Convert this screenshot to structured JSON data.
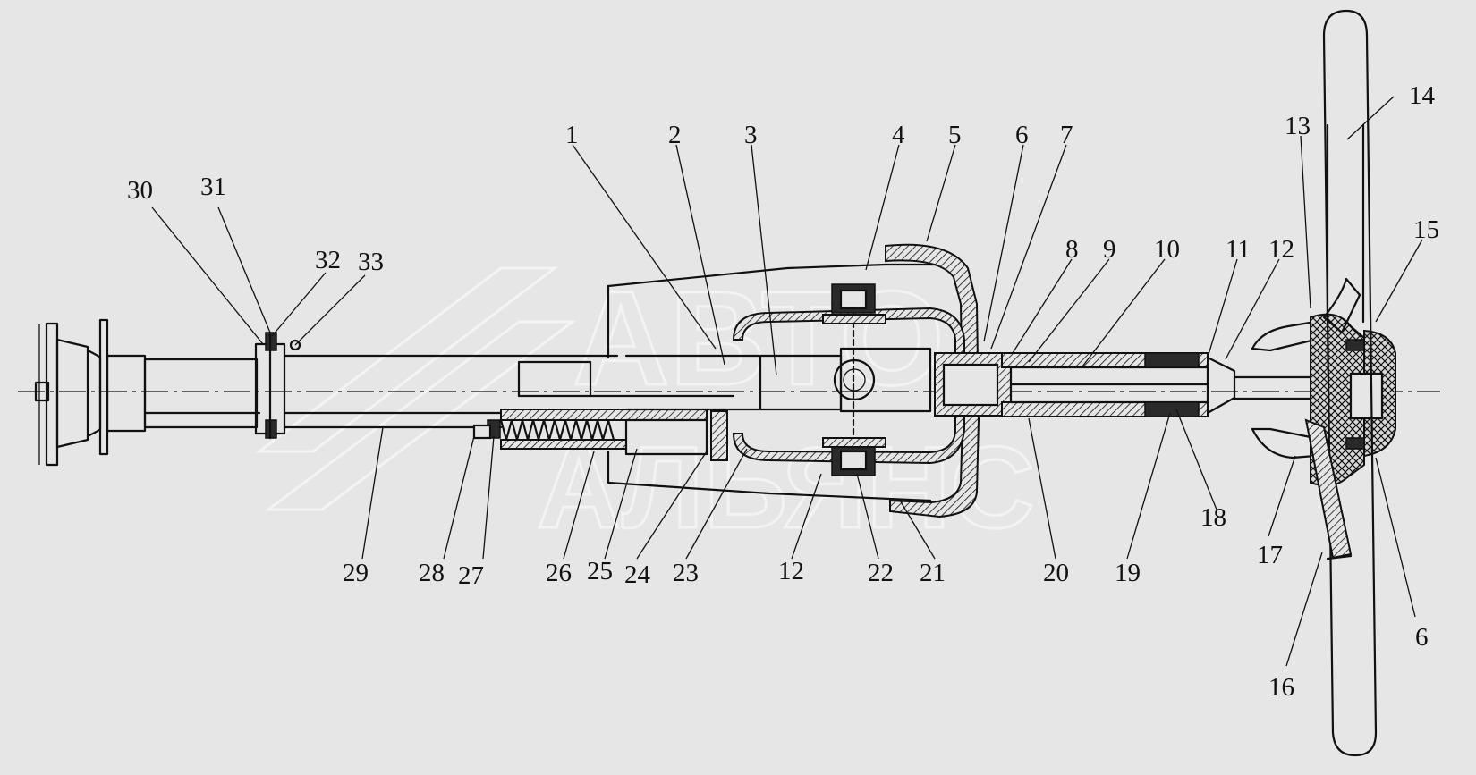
{
  "figure": {
    "watermark_lines": [
      "АВТО",
      "АЛЬЯНС"
    ],
    "callouts": [
      {
        "id": "c1",
        "text": "1"
      },
      {
        "id": "c2",
        "text": "2"
      },
      {
        "id": "c3",
        "text": "3"
      },
      {
        "id": "c4",
        "text": "4"
      },
      {
        "id": "c5",
        "text": "5"
      },
      {
        "id": "c6a",
        "text": "6"
      },
      {
        "id": "c7",
        "text": "7"
      },
      {
        "id": "c8",
        "text": "8"
      },
      {
        "id": "c9",
        "text": "9"
      },
      {
        "id": "c10",
        "text": "10"
      },
      {
        "id": "c11",
        "text": "11"
      },
      {
        "id": "c12a",
        "text": "12"
      },
      {
        "id": "c13",
        "text": "13"
      },
      {
        "id": "c14",
        "text": "14"
      },
      {
        "id": "c15",
        "text": "15"
      },
      {
        "id": "c16",
        "text": "16"
      },
      {
        "id": "c17",
        "text": "17"
      },
      {
        "id": "c18",
        "text": "18"
      },
      {
        "id": "c19",
        "text": "19"
      },
      {
        "id": "c20",
        "text": "20"
      },
      {
        "id": "c21",
        "text": "21"
      },
      {
        "id": "c22",
        "text": "22"
      },
      {
        "id": "c12b",
        "text": "12"
      },
      {
        "id": "c23",
        "text": "23"
      },
      {
        "id": "c24",
        "text": "24"
      },
      {
        "id": "c25",
        "text": "25"
      },
      {
        "id": "c26",
        "text": "26"
      },
      {
        "id": "c27",
        "text": "27"
      },
      {
        "id": "c28",
        "text": "28"
      },
      {
        "id": "c29",
        "text": "29"
      },
      {
        "id": "c30",
        "text": "30"
      },
      {
        "id": "c31",
        "text": "31"
      },
      {
        "id": "c32",
        "text": "32"
      },
      {
        "id": "c33",
        "text": "33"
      },
      {
        "id": "c6b",
        "text": "6"
      }
    ]
  }
}
